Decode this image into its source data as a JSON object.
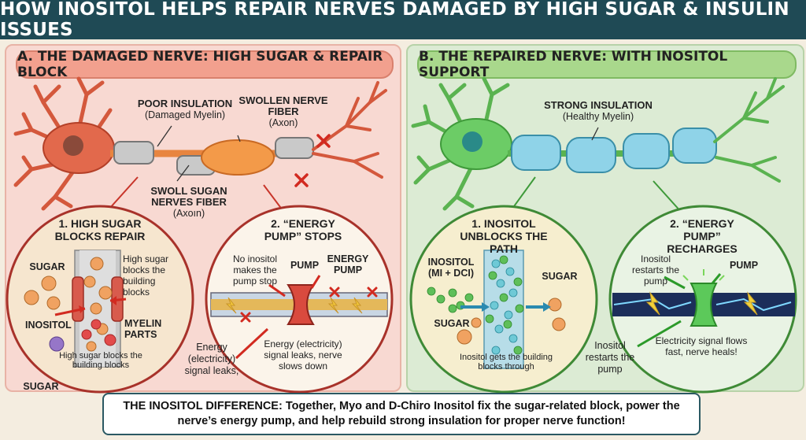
{
  "title": "HOW INOSITOL HELPS REPAIR NERVES DAMAGED BY HIGH SUGAR & INSULIN ISSUES",
  "panel_a": {
    "heading": "A. THE DAMAGED NERVE: HIGH SUGAR & REPAIR BLOCK",
    "poor_insulation": "POOR INSULATION",
    "poor_insulation_sub": "(Damaged Myelin)",
    "swollen_fiber": "SWOLLEN NERVE FIBER",
    "swollen_fiber_sub": "(Axon)",
    "swoll_sugan": "SWOLL SUGAN NERVES FIBER",
    "swoll_sugan_sub": "(Axoın)",
    "circle1_title": "1. HIGH SUGAR BLOCKS REPAIR",
    "c1_sugar": "SUGAR",
    "c1_inositol": "INOSITOL",
    "c1_blocks": "High sugar blocks the building blocks",
    "c1_myelin": "MYELIN PARTS",
    "c1_bottom": "High sugar blocks the building blocks",
    "c1_sugar_outside": "SUGAR",
    "circle2_title": "2. “ENERGY PUMP” STOPS",
    "c2_no_inositol": "No inositol makes the pump stop",
    "c2_pump": "PUMP",
    "c2_energy_pump": "ENERGY PUMP",
    "c2_leaks": "Energy (electricity) signal leaks, nerve slows down",
    "c2_energy_outside": "Energy (electricity) signal leaks,"
  },
  "panel_b": {
    "heading": "B. THE REPAIRED NERVE: WITH INOSITOL SUPPORT",
    "strong_insulation": "STRONG INSULATION",
    "strong_insulation_sub": "(Healthy Myelin)",
    "circle1_title": "1. INOSITOL UNBLOCKS THE PATH",
    "c1_inositol": "INOSITOL (MI + DCI)",
    "c1_sugar_right": "SUGAR",
    "c1_sugar_left": "SUGAR",
    "c1_bottom": "Inositol gets the building blocks through",
    "circle2_title": "2. “ENERGY PUMP” RECHARGES",
    "c2_restarts": "Inositol restarts the pump",
    "c2_pump": "PUMP",
    "c2_flows": "Electricity signal flows fast, nerve heals!",
    "c2_restarts_outside": "Inositol restarts the pump"
  },
  "bottom": "THE INOSITOL DIFFERENCE: Together, Myo and D-Chiro Inositol fix the sugar-related block, power the nerve’s energy pump, and help rebuild strong insulation for proper nerve function!",
  "colors": {
    "title_bg": "#1f4a55",
    "panel_a_bg": "#f8d9d2",
    "panel_b_bg": "#dcebd4",
    "damaged_accent": "#c8352a",
    "healthy_accent": "#3f9a3a"
  }
}
